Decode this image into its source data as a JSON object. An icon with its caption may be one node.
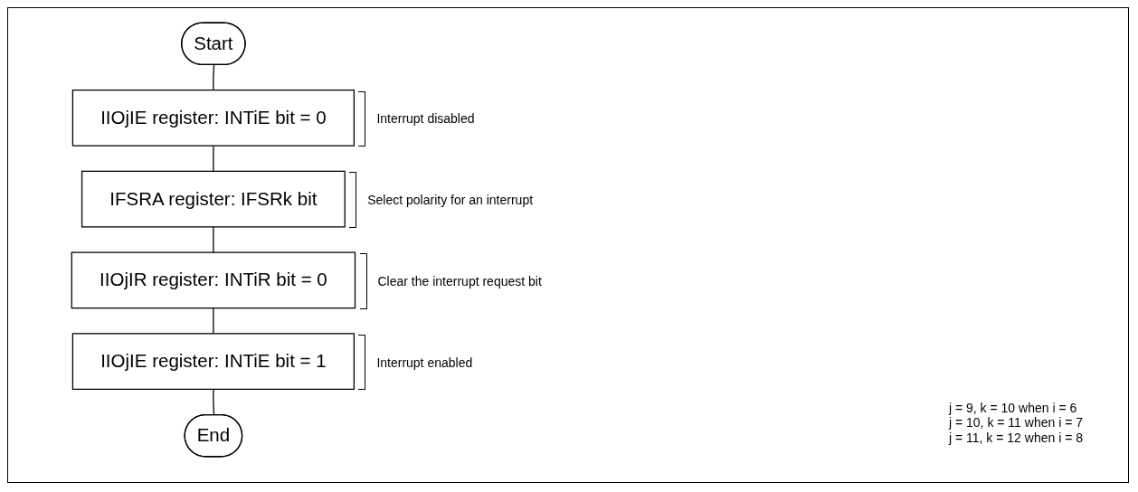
{
  "diagram": {
    "nodes": [
      {
        "text": [
          "Start"
        ]
      },
      {
        "text": [
          "IIOjIE register:  INTiE bit = 0"
        ],
        "beside": [
          "Interrupt disabled"
        ]
      },
      {
        "text": [
          "IFSRA register:  IFSRk bit"
        ],
        "beside": [
          "Select polarity for an interrupt"
        ]
      },
      {
        "text": [
          "IIOjIR register:  INTiR bit = 0"
        ],
        "beside": [
          "Clear the interrupt request bit"
        ]
      },
      {
        "text": [
          "IIOjIE register:  INTiE bit = 1"
        ],
        "beside": [
          "Interrupt enabled"
        ]
      },
      {
        "text": [
          "End"
        ]
      }
    ],
    "edges": [
      {
        "from": 0,
        "to": 1,
        "arrow": "none"
      },
      {
        "from": 1,
        "to": 2,
        "arrow": "none"
      },
      {
        "from": 2,
        "to": 3,
        "arrow": "none"
      },
      {
        "from": 3,
        "to": 4,
        "arrow": "none"
      },
      {
        "from": 4,
        "to": 5,
        "arrow": "none"
      }
    ],
    "labels": [
      "j = 9, k = 10 when i = 6",
      "j = 10, k = 11 when i = 7",
      "j = 11, k = 12 when i = 8"
    ]
  }
}
